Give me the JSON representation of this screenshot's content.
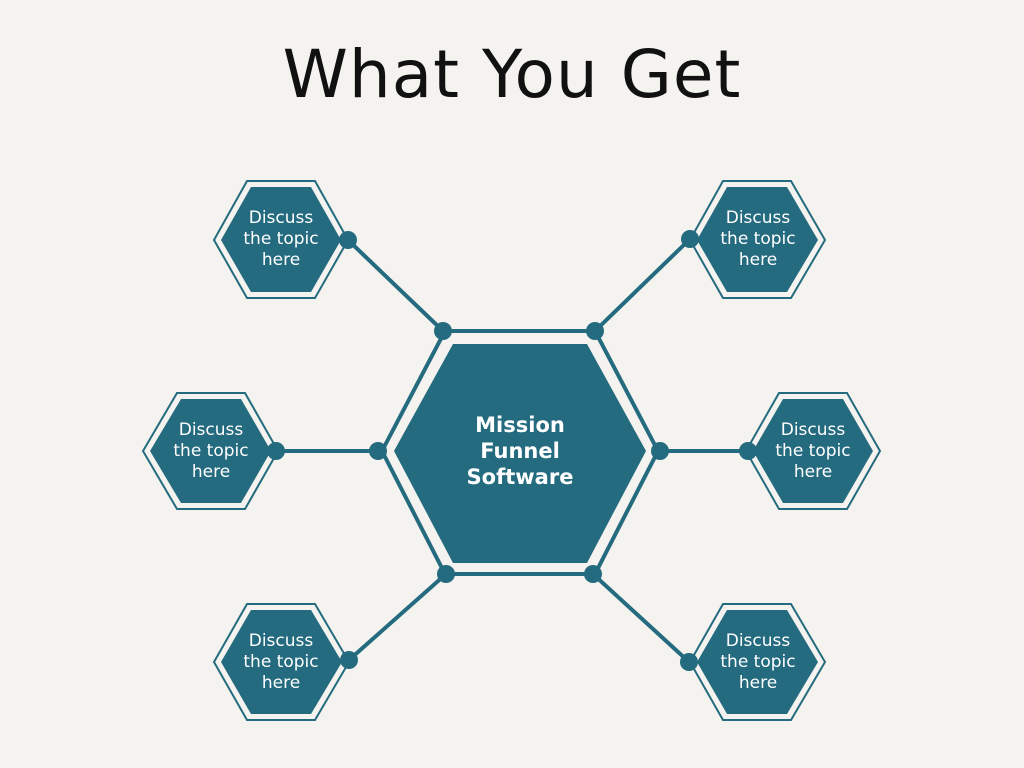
{
  "title": "What You Get",
  "center": {
    "lines": [
      "Mission",
      "Funnel",
      "Software"
    ]
  },
  "nodes": [
    {
      "id": "top-left",
      "lines": [
        "Discuss",
        "the topic",
        "here"
      ]
    },
    {
      "id": "mid-left",
      "lines": [
        "Discuss",
        "the topic",
        "here"
      ]
    },
    {
      "id": "bottom-left",
      "lines": [
        "Discuss",
        "the topic",
        "here"
      ]
    },
    {
      "id": "top-right",
      "lines": [
        "Discuss",
        "the topic",
        "here"
      ]
    },
    {
      "id": "mid-right",
      "lines": [
        "Discuss",
        "the topic",
        "here"
      ]
    },
    {
      "id": "bottom-right",
      "lines": [
        "Discuss",
        "the topic",
        "here"
      ]
    }
  ],
  "colors": {
    "accent": "#256b80",
    "background": "#f5f3ef",
    "title": "#111111"
  }
}
